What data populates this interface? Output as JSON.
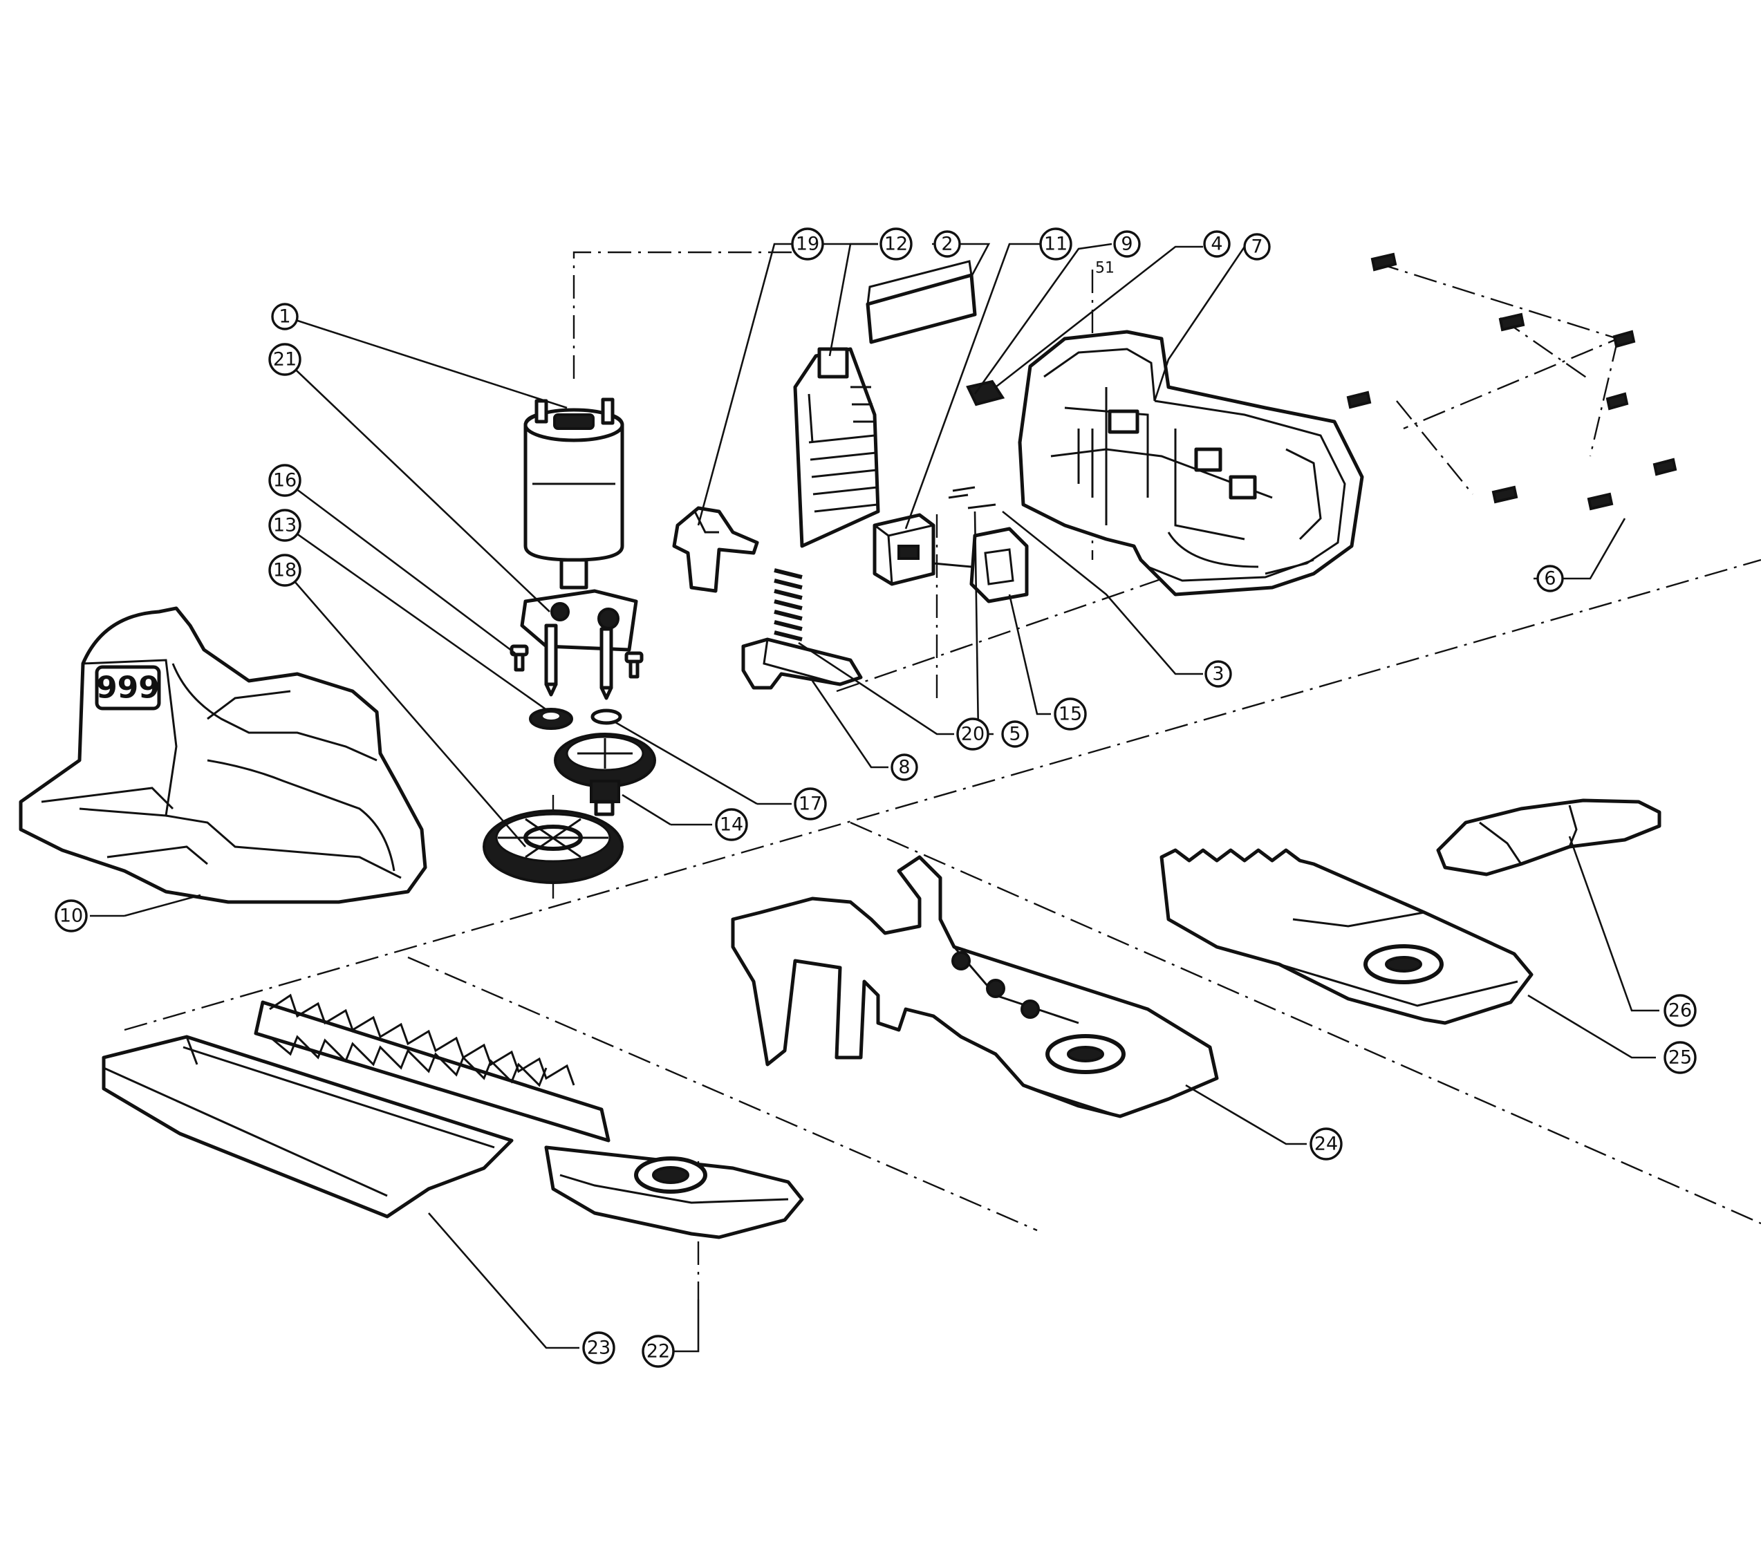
{
  "diagram": {
    "callouts": [
      {
        "label": "1"
      },
      {
        "label": "2"
      },
      {
        "label": "3"
      },
      {
        "label": "4"
      },
      {
        "label": "5"
      },
      {
        "label": "6"
      },
      {
        "label": "7"
      },
      {
        "label": "8"
      },
      {
        "label": "9"
      },
      {
        "label": "10"
      },
      {
        "label": "11"
      },
      {
        "label": "12"
      },
      {
        "label": "13"
      },
      {
        "label": "14"
      },
      {
        "label": "15"
      },
      {
        "label": "16"
      },
      {
        "label": "17"
      },
      {
        "label": "18"
      },
      {
        "label": "19"
      },
      {
        "label": "20"
      },
      {
        "label": "21"
      },
      {
        "label": "22"
      },
      {
        "label": "23"
      },
      {
        "label": "24"
      },
      {
        "label": "25"
      },
      {
        "label": "26"
      }
    ],
    "marking_51": "51",
    "battery_label": "999",
    "line_color": "#111111",
    "background_color": "#ffffff"
  }
}
